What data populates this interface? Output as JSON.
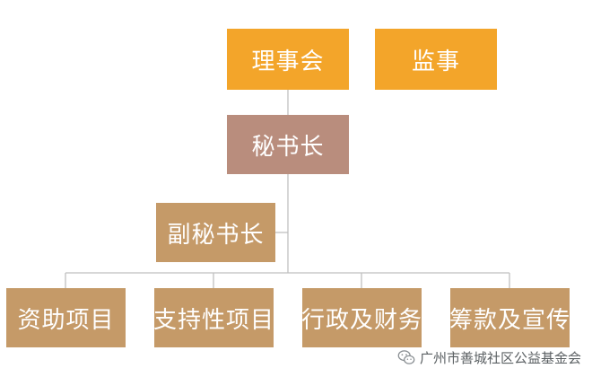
{
  "board": "理事会",
  "supervisor": "监事",
  "secretary_general": "秘书长",
  "deputy_secretary_general": "副秘书长",
  "departments": [
    "资助项目",
    "支持性项目",
    "行政及财务",
    "筹款及宣传"
  ],
  "watermark": "广州市善城社区公益基金会",
  "colors": {
    "board": "#f3a52a",
    "secretary_general": "#b98d7d",
    "deputy_and_departments": "#c59a68",
    "connector": "#bfbfbf"
  },
  "watermark_icon": "wechat-icon"
}
